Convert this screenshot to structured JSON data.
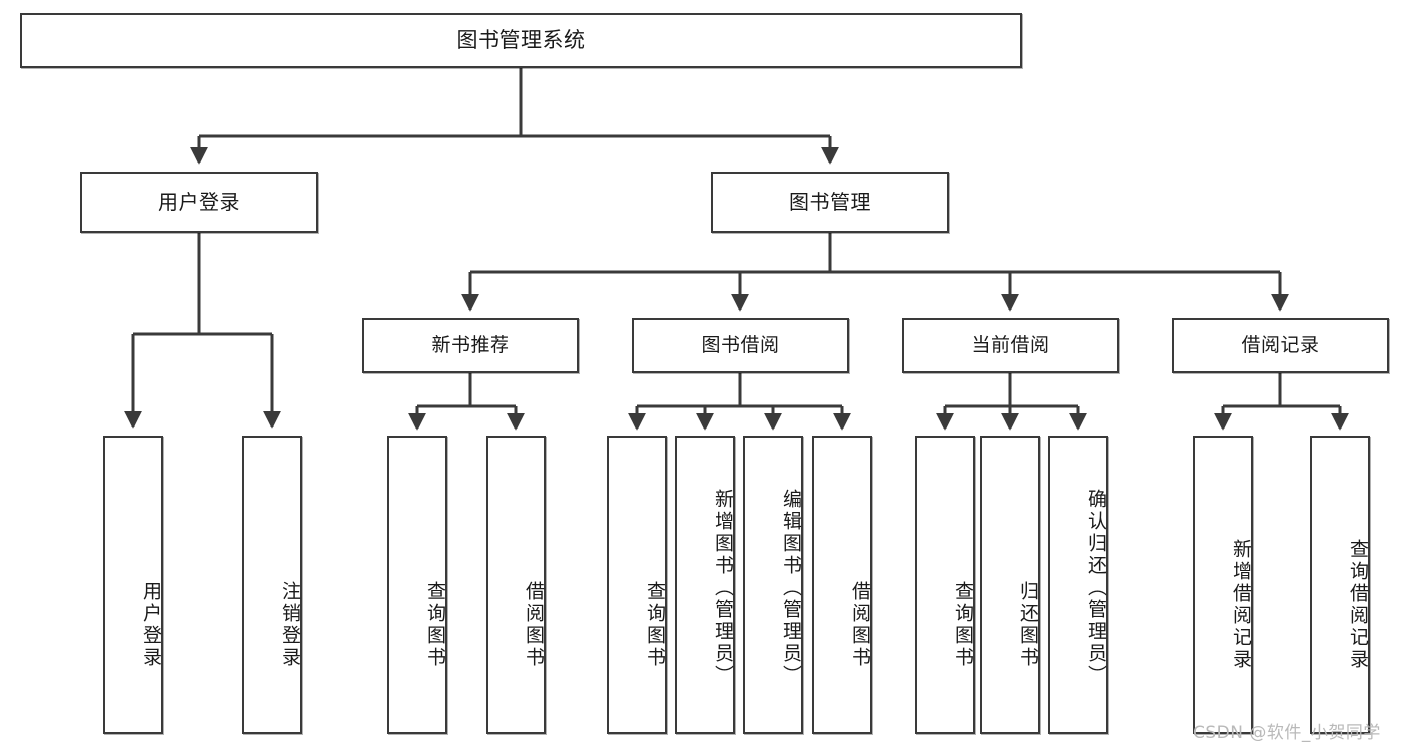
{
  "diagram": {
    "title": "图书管理系统",
    "type": "tree-hierarchy-diagram",
    "colors": {
      "stroke": "#3a3a3a",
      "fill": "#ffffff",
      "text": "#1a1a1a",
      "watermark": "#b9b9b9"
    },
    "nodes": {
      "root": {
        "label": "图书管理系统"
      },
      "level1": [
        {
          "label": "用户登录"
        },
        {
          "label": "图书管理"
        }
      ],
      "level2": [
        {
          "label": "新书推荐"
        },
        {
          "label": "图书借阅"
        },
        {
          "label": "当前借阅"
        },
        {
          "label": "借阅记录"
        }
      ],
      "leaves_user_login": [
        {
          "label": "用户登录"
        },
        {
          "label": "注销登录"
        }
      ],
      "leaves_new_book": [
        {
          "label": "查询图书"
        },
        {
          "label": "借阅图书"
        }
      ],
      "leaves_borrow": [
        {
          "label": "查询图书"
        },
        {
          "label": "新增图书（管理员）"
        },
        {
          "label": "编辑图书（管理员）"
        },
        {
          "label": "借阅图书"
        }
      ],
      "leaves_current": [
        {
          "label": "查询图书"
        },
        {
          "label": "归还图书"
        },
        {
          "label": "确认归还（管理员）"
        }
      ],
      "leaves_records": [
        {
          "label": "新增借阅记录"
        },
        {
          "label": "查询借阅记录"
        }
      ]
    },
    "watermark": "CSDN @软件_小贺同学"
  }
}
